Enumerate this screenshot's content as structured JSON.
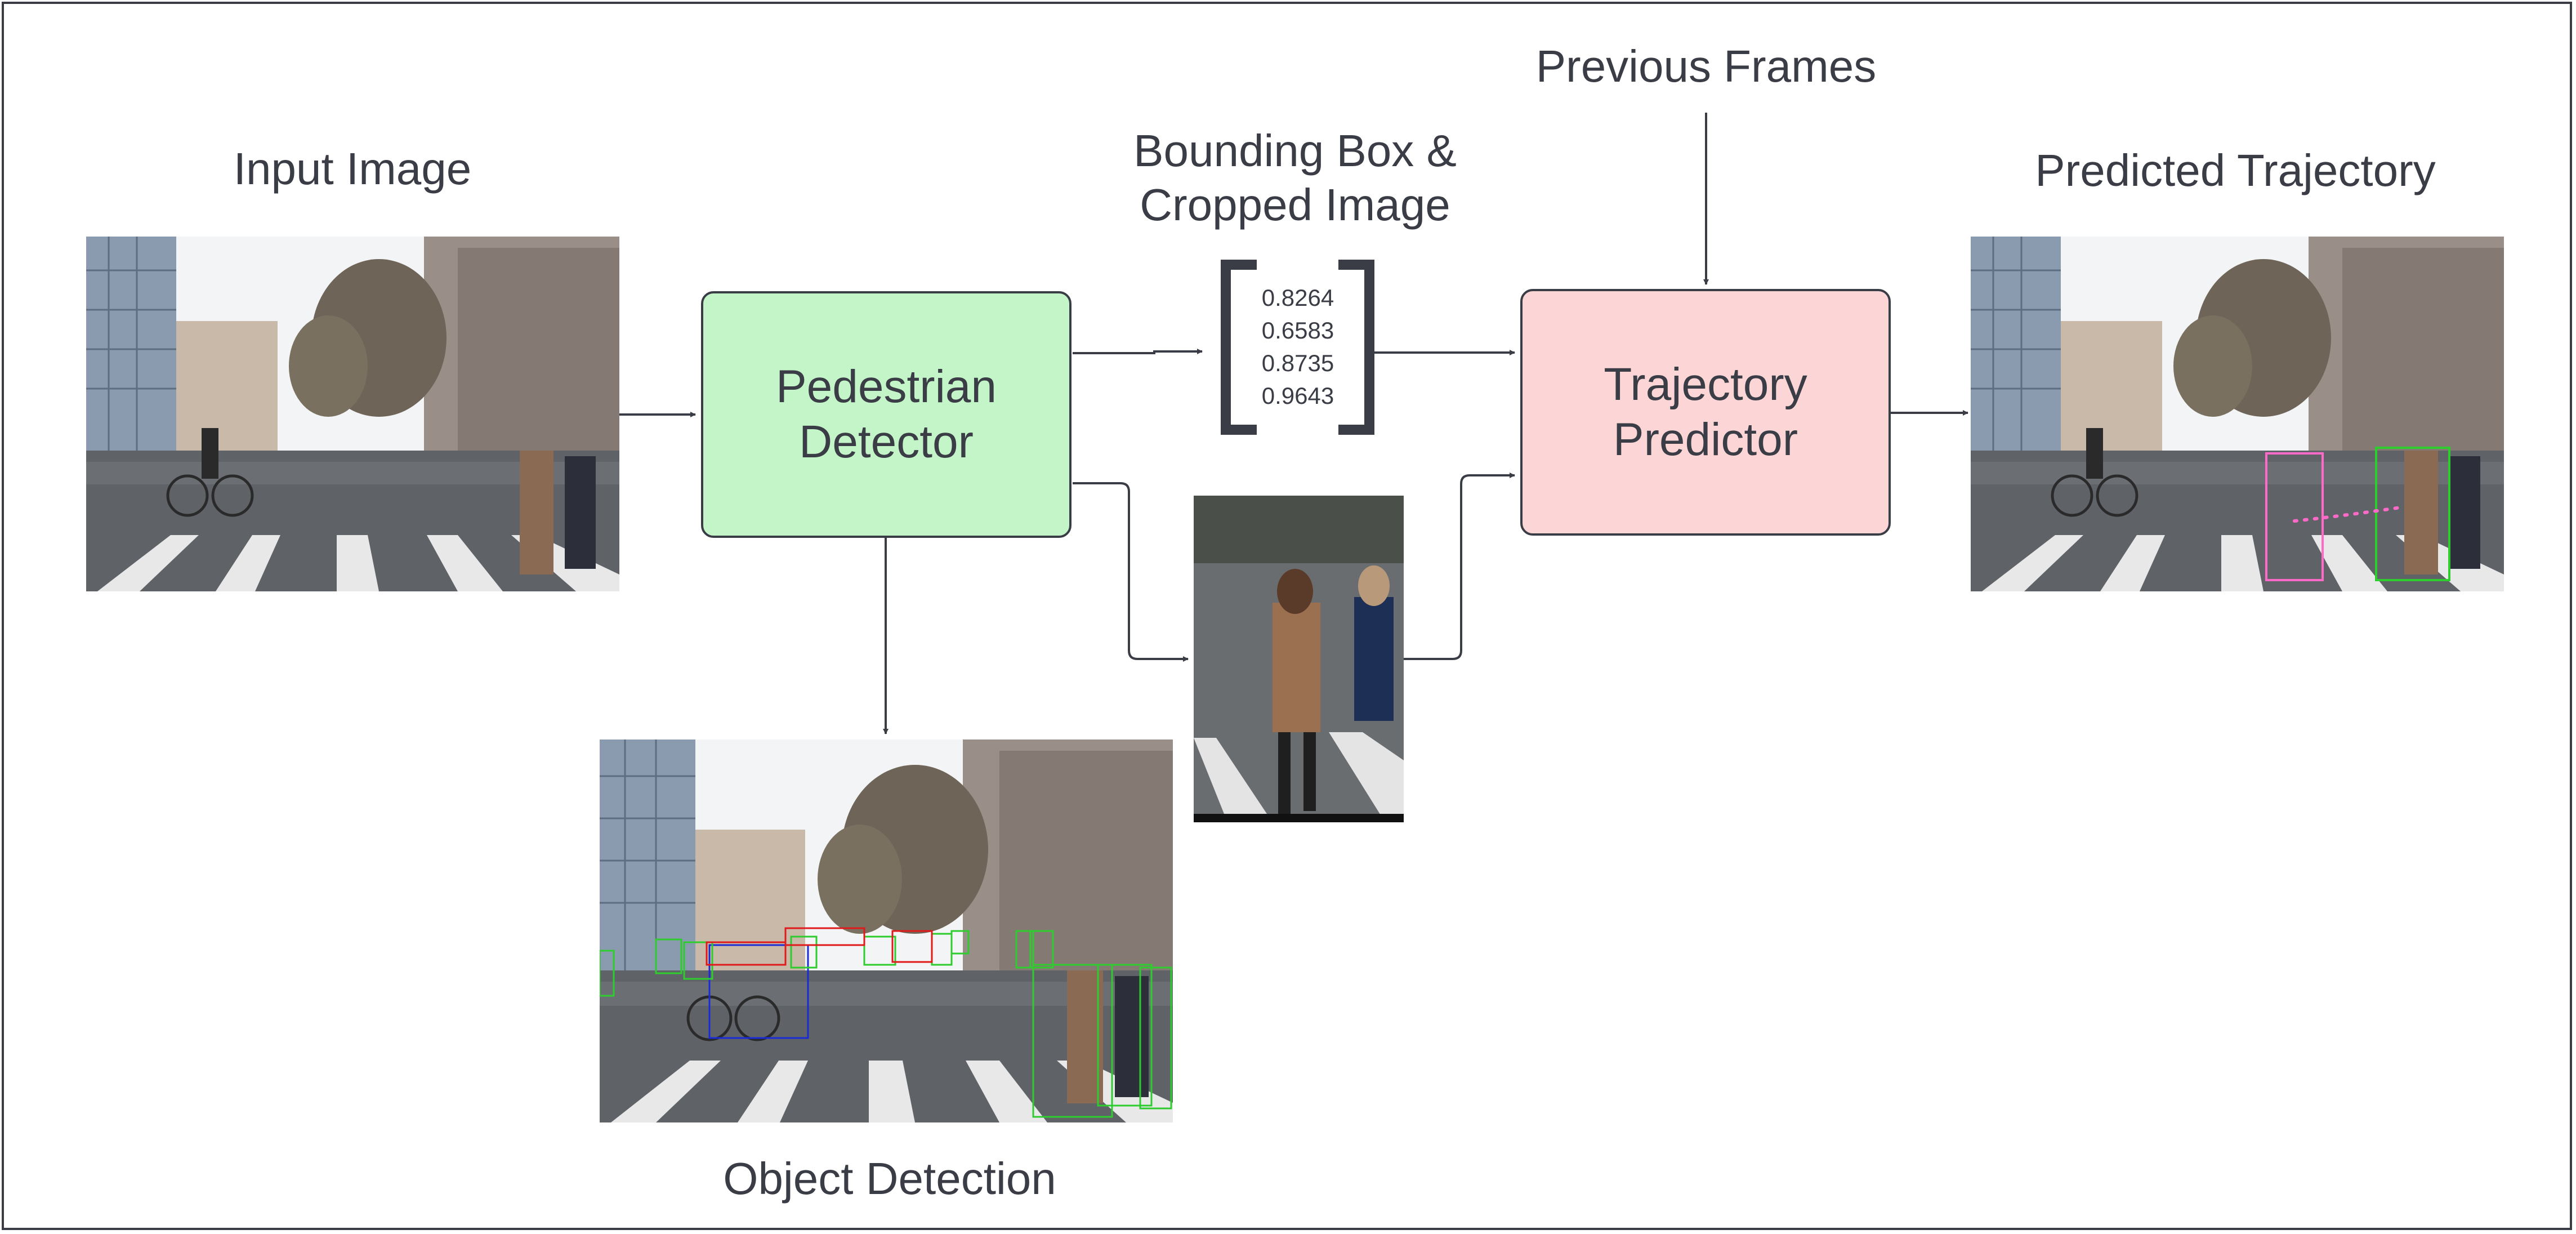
{
  "labels": {
    "input_image": "Input Image",
    "bbox_crop": "Bounding Box &\nCropped Image",
    "previous_frames": "Previous Frames",
    "predicted_trajectory": "Predicted Trajectory",
    "object_detection": "Object Detection"
  },
  "nodes": {
    "pedestrian_detector": "Pedestrian\nDetector",
    "trajectory_predictor": "Trajectory\nPredictor"
  },
  "bbox_vector": [
    "0.8264",
    "0.6583",
    "0.8735",
    "0.9643"
  ],
  "colors": {
    "detector_fill": "#c4f5c8",
    "predictor_fill": "#fcd6d6",
    "line": "#3a3d45",
    "box_pedestrian": "#2ecc2e",
    "box_vehicle": "#e01a1a",
    "box_cyclist": "#1a2ad6",
    "box_predicted": "#ff69c8"
  }
}
